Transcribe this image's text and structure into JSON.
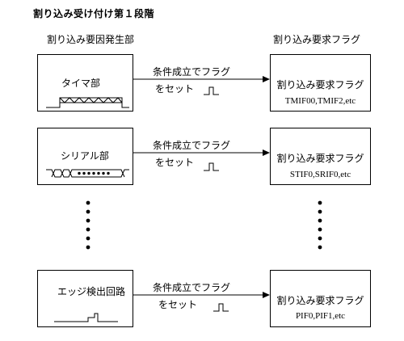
{
  "title": "割り込み受け付け第１段階",
  "headers": {
    "left": "割り込み要因発生部",
    "right": "割り込み要求フラグ"
  },
  "rows": [
    {
      "source_label": "タイマ部",
      "arrow_top": "条件成立でフラグ",
      "arrow_bottom": "をセット",
      "flag_label": "割り込み要求フラグ",
      "flag_codes": "TMIF00,TMIF2,etc"
    },
    {
      "source_label": "シリアル部",
      "arrow_top": "条件成立でフラグ",
      "arrow_bottom": "をセット",
      "flag_label": "割り込み要求フラグ",
      "flag_codes": "STIF0,SRIF0,etc"
    },
    {
      "source_label": "エッジ検出回路",
      "arrow_top": "条件成立でフラグ",
      "arrow_bottom": "をセット",
      "flag_label": "割り込み要求フラグ",
      "flag_codes": "PIF0,PIF1,etc"
    }
  ]
}
